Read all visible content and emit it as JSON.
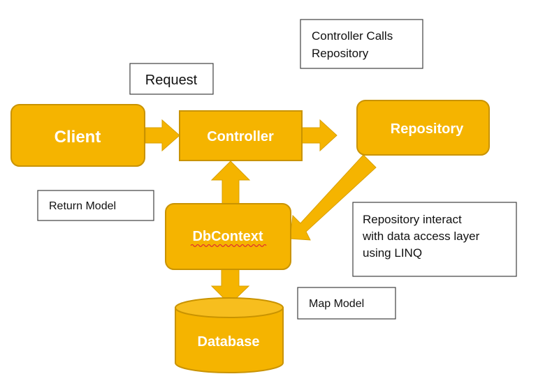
{
  "colors": {
    "node_fill": "#F5B400",
    "node_stroke": "#C99300",
    "arrow_fill": "#F5B400",
    "label_text": "#FFFFFF",
    "note_border": "#404040",
    "note_text": "#111111",
    "spell_underline": "#E03030"
  },
  "nodes": {
    "client": "Client",
    "controller": "Controller",
    "repository": "Repository",
    "dbcontext": "DbContext",
    "database": "Database"
  },
  "notes": {
    "request": "Request",
    "controller_calls": [
      "Controller Calls",
      "Repository"
    ],
    "return_model": "Return Model",
    "repository_interact": [
      "Repository interact",
      "with data access layer",
      "using LINQ"
    ],
    "map_model": "Map Model"
  }
}
